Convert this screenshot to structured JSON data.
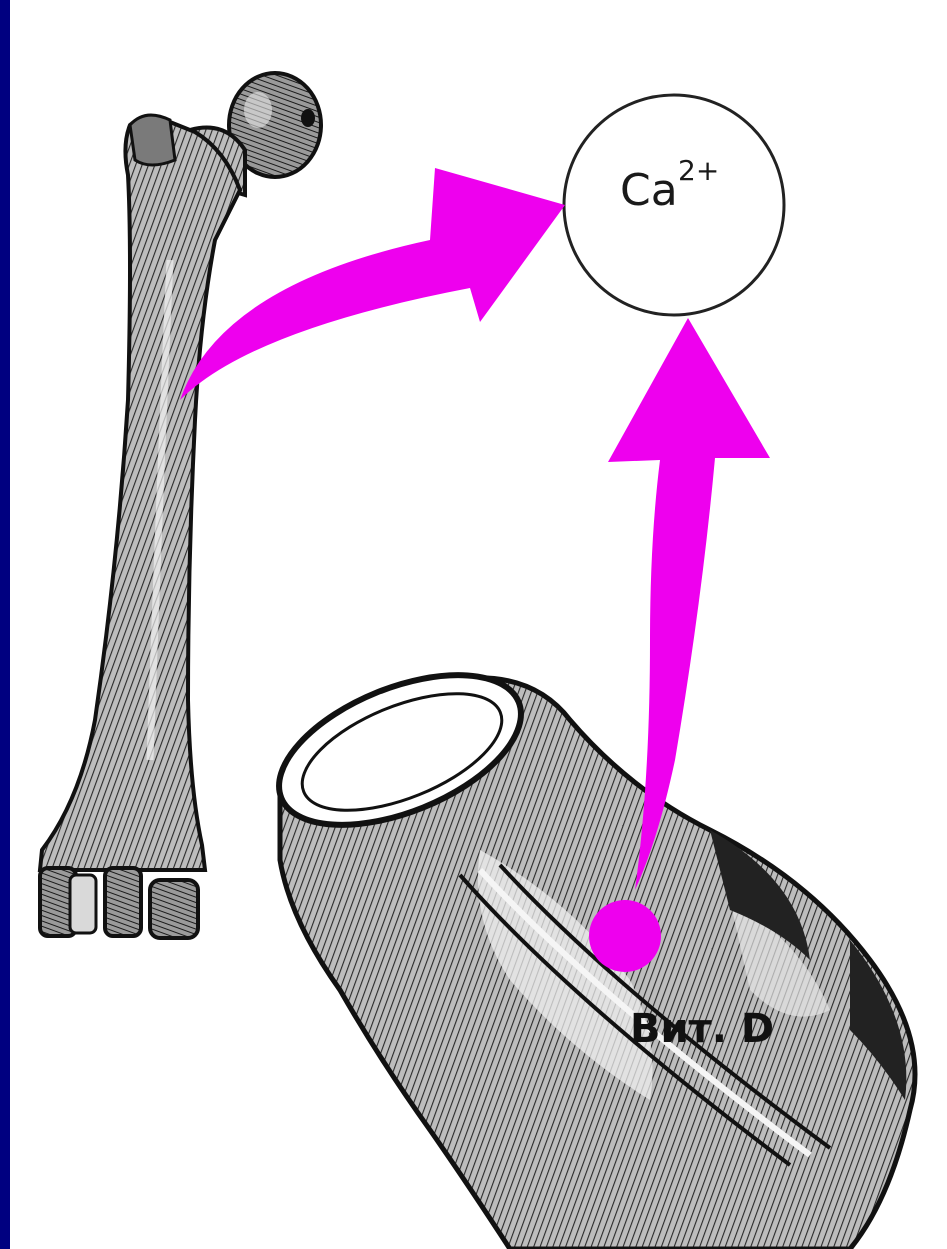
{
  "calcium": {
    "symbol": "Ca",
    "charge": "2+"
  },
  "vitamin_label": "Вит. D",
  "colors": {
    "frame": "#000080",
    "arrow": "#ee00ee",
    "ink": "#111111"
  },
  "icons": [
    "femur-bone-icon",
    "intestine-icon",
    "arrow-icon",
    "vitamin-d-dot-icon"
  ]
}
